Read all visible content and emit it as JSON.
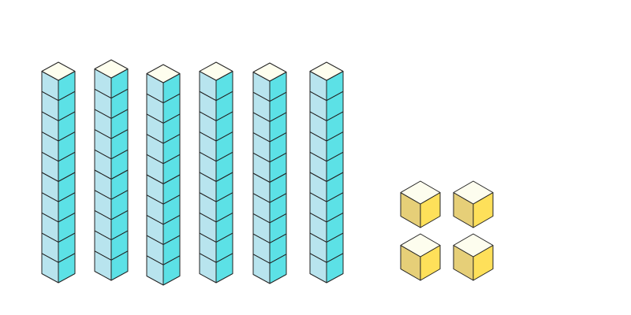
{
  "diagram": {
    "type": "base-ten blocks",
    "tens_rods": 6,
    "units_per_rod": 10,
    "unit_cubes": 4,
    "colors": {
      "rod_left": "#b8e4ee",
      "rod_right": "#5ce1e6",
      "rod_top": "#fefeee",
      "cube_left": "#e6cf78",
      "cube_right": "#fee05a",
      "cube_top": "#fdfdee",
      "outline": "#222222"
    }
  }
}
